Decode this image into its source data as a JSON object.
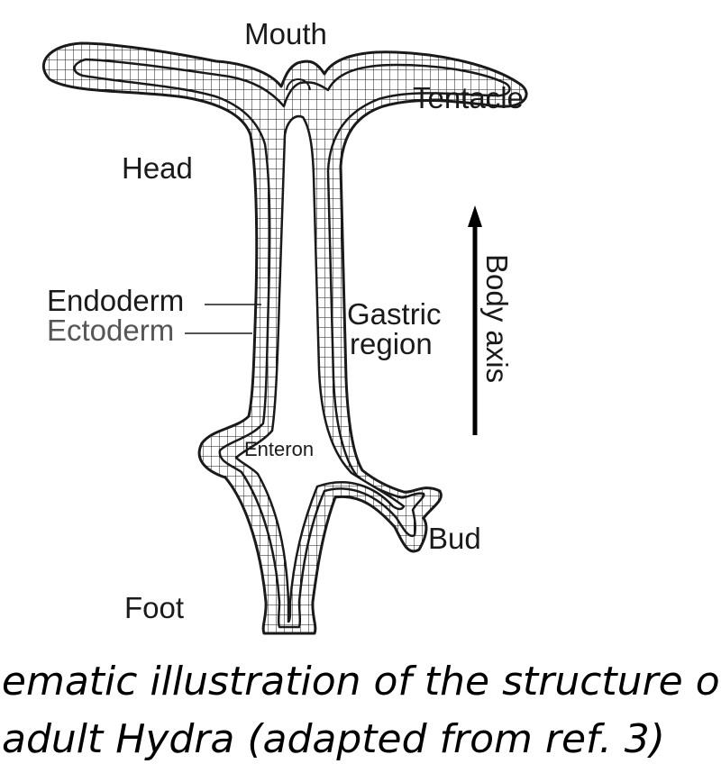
{
  "labels": {
    "mouth": "Mouth",
    "tentacle": "Tentacle",
    "head": "Head",
    "endoderm": "Endoderm",
    "ectoderm": "Ectoderm",
    "gastric_1": "Gastric",
    "gastric_2": "region",
    "body_axis": "Body axis",
    "enteron": "Enteron",
    "bud": "Bud",
    "foot": "Foot"
  },
  "caption": {
    "line1": "hematic illustration of the structure of",
    "line2": "adult Hydra (adapted from ref. 3)"
  },
  "colors": {
    "ink": "#1a1a1a",
    "ectoderm_label": "#555555",
    "background": "#ffffff"
  }
}
